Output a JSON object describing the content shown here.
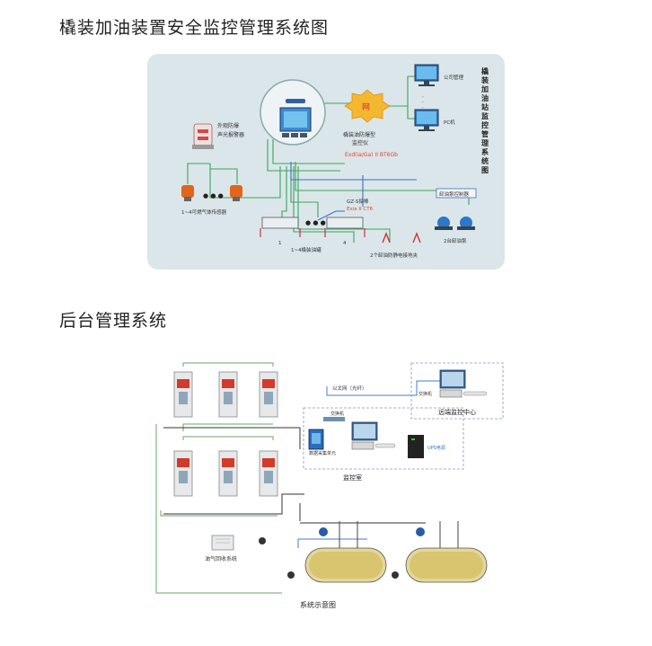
{
  "section1": {
    "heading": "橇装加油装置安全监控管理系统图",
    "vertical_title": "橇装加油站监控管理系统图",
    "alarm_label": "外观防爆声光报警器",
    "network_label": "网",
    "company_pc_label": "公司管理",
    "pc_label": "PC机",
    "monitor_name": "橇装油防爆型监控仪",
    "monitor_exd": "Exd(ia/Ga) II BT6Gb",
    "gas_sensor_label": "1~4可燃气体传感器",
    "gz_label": "GZ-S探棒",
    "gz_exd": "Exia II CT6",
    "tank_label": "1~4橇装油罐",
    "tank_first": "1",
    "tank_last": "4",
    "static_label": "2个卸油防静电接地夹",
    "pump_control_label": "卸油泵控制器",
    "pump_label": "2台卸油泵",
    "ellipsis": "● ● ●"
  },
  "section2": {
    "heading": "后台管理系统",
    "ethernet_label": "以太网（光纤）",
    "switch_label": "交换机",
    "remote_switch_label": "交换机",
    "remote_center_label": "远端监控中心",
    "data_device_label": "数据采集单元",
    "ups_label": "UPS电源",
    "control_room_label": "监控室",
    "vapor_label": "油气回收系统",
    "caption": "系统示意图"
  }
}
